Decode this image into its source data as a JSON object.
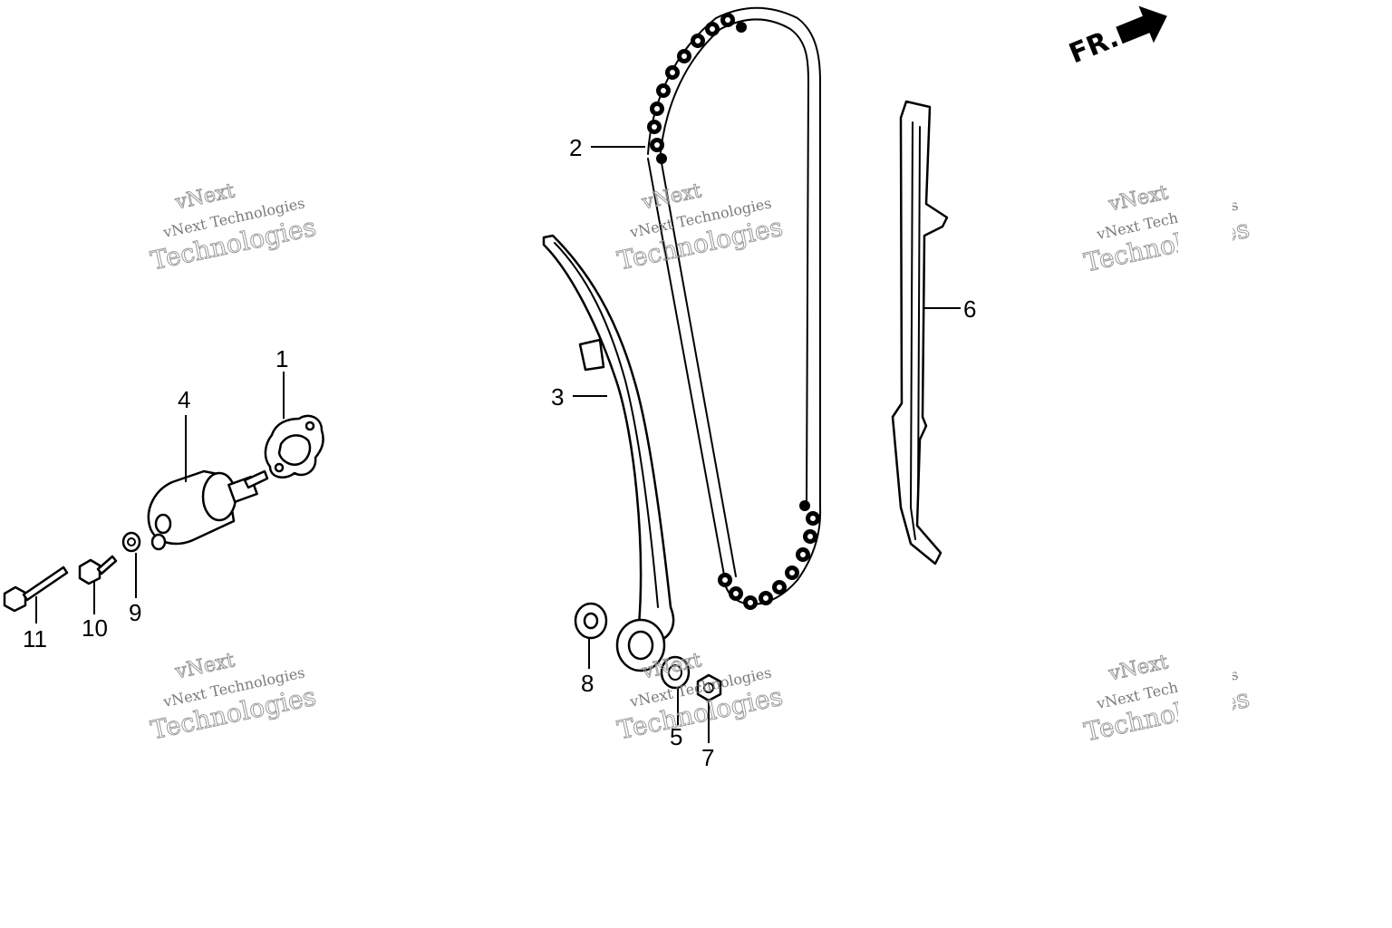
{
  "diagram": {
    "front_marker": {
      "text": "FR.",
      "icon": "arrow-right-icon"
    },
    "callouts": [
      {
        "id": "1",
        "text": "1"
      },
      {
        "id": "2",
        "text": "2"
      },
      {
        "id": "3",
        "text": "3"
      },
      {
        "id": "4",
        "text": "4"
      },
      {
        "id": "5",
        "text": "5"
      },
      {
        "id": "6",
        "text": "6"
      },
      {
        "id": "7",
        "text": "7"
      },
      {
        "id": "8",
        "text": "8"
      },
      {
        "id": "9",
        "text": "9"
      },
      {
        "id": "10",
        "text": "10"
      },
      {
        "id": "11",
        "text": "11"
      }
    ],
    "watermark": {
      "line0": "vNext",
      "line1": "vNext Technologies",
      "line2": "Technologies"
    }
  }
}
